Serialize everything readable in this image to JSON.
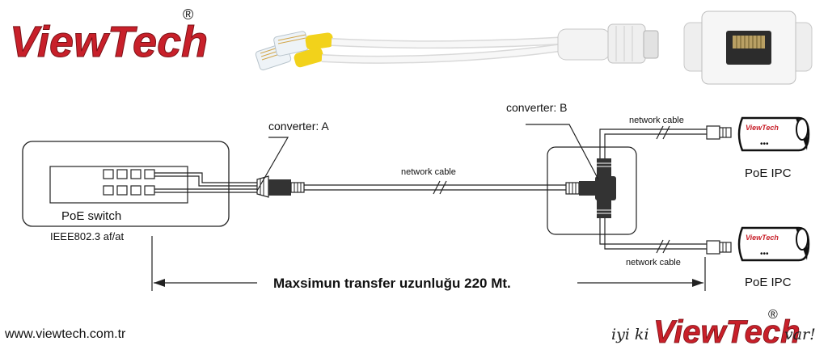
{
  "brand": {
    "logo_text": "ViewTech",
    "registered_mark": "®",
    "logo_color": "#c8202a",
    "website": "www.viewtech.com.tr",
    "slogan_prefix": "iyi ki",
    "slogan_suffix": "var!"
  },
  "diagram": {
    "switch_label": "PoE switch",
    "switch_standard": "IEEE802.3 af/at",
    "converter_a_label": "converter: A",
    "converter_b_label": "converter: B",
    "cable_label_main": "network cable",
    "cable_label_top": "network cable",
    "cable_label_bottom": "network cable",
    "camera_top_label": "PoE IPC",
    "camera_bottom_label": "PoE IPC",
    "camera_badge_text": "ViewTech",
    "camera_dots": "•••",
    "distance_label": "Maxsimun transfer uzunluğu 220 Mt."
  },
  "colors": {
    "line": "#222222",
    "cable_fill": "#ffffff",
    "connector_dark": "#333333",
    "yellow_boot": "#f2d21b",
    "photo_cable": "#f4f4f4"
  }
}
